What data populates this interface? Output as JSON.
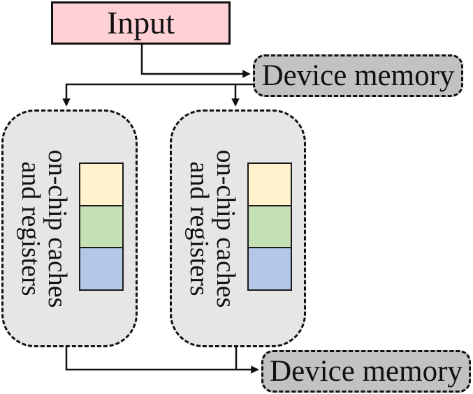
{
  "nodes": {
    "input": {
      "label": "Input",
      "fill": "#fdd1d5"
    },
    "device_memory_top": {
      "label": "Device memory",
      "fill": "#c2c2c2"
    },
    "device_memory_bottom": {
      "label": "Device memory",
      "fill": "#c2c2c2"
    },
    "onchip_left": {
      "label_line1": "on-chip caches",
      "label_line2": "and registers",
      "fill": "#e6e6e6"
    },
    "onchip_right": {
      "label_line1": "on-chip caches",
      "label_line2": "and registers",
      "fill": "#e6e6e6"
    }
  },
  "cache_blocks": {
    "colors": [
      "#fff2cc",
      "#c5e0b4",
      "#b4c7e7"
    ]
  }
}
